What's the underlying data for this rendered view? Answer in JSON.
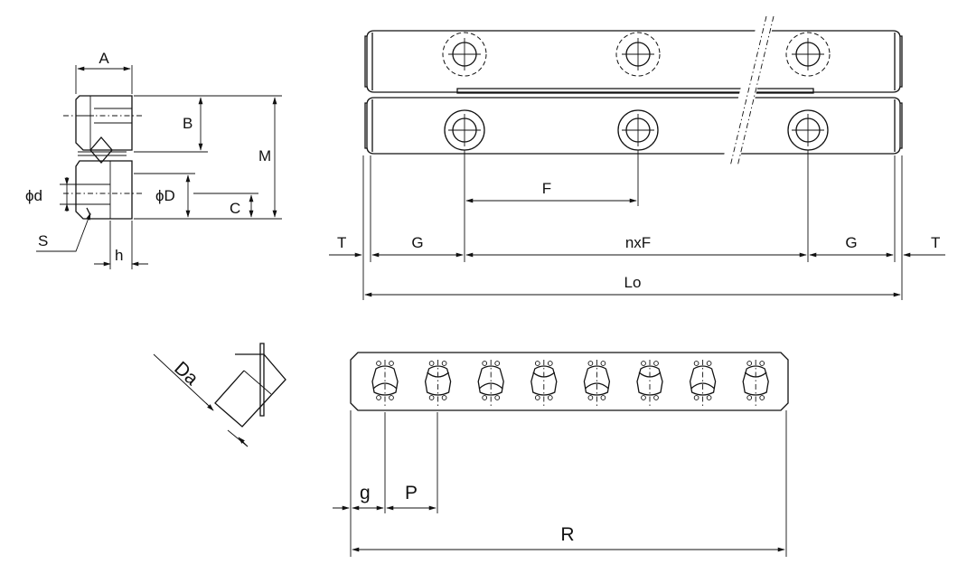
{
  "labels": {
    "A": "A",
    "B": "B",
    "M": "M",
    "phi_d": "ϕd",
    "phi_D": "ϕD",
    "C": "C",
    "S": "S",
    "h": "h",
    "T_left": "T",
    "G_left": "G",
    "nxF": "nxF",
    "G_right": "G",
    "T_right": "T",
    "F": "F",
    "Lo": "Lo",
    "Da": "Da",
    "g": "g",
    "P": "P",
    "R": "R"
  },
  "cage": {
    "roller_count": 8
  },
  "colors": {
    "line": "#111111",
    "background": "#ffffff"
  }
}
